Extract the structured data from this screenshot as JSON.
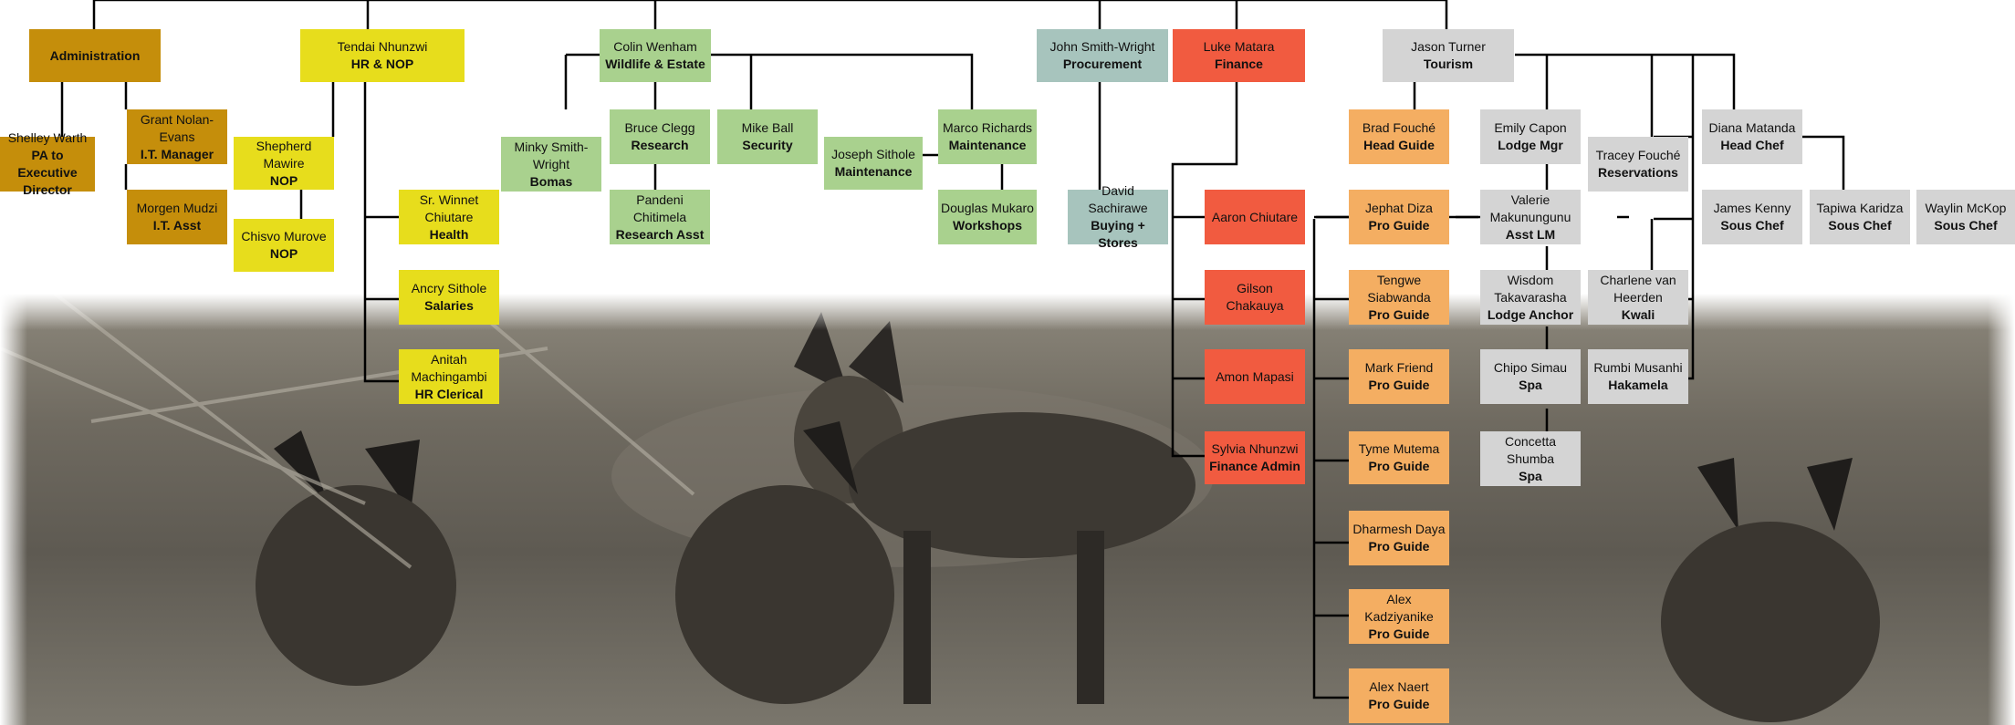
{
  "colors": {
    "administration": "#c58e0b",
    "hr": "#e7dd1c",
    "wildlife": "#a9d18e",
    "procurement": "#a7c4bd",
    "finance": "#f15b40",
    "guides": "#f4ae62",
    "tourism": "#d4d4d4",
    "lines": "#000000"
  },
  "nodes": {
    "administration": {
      "name": "",
      "role": "Administration"
    },
    "shelley": {
      "name": "Shelley Warth",
      "role": "PA to Executive Director"
    },
    "grant": {
      "name": "Grant Nolan-Evans",
      "role": "I.T. Manager"
    },
    "morgen": {
      "name": "Morgen Mudzi",
      "role": "I.T. Asst"
    },
    "tendai": {
      "name": "Tendai Nhunzwi",
      "role": "HR & NOP"
    },
    "shepherd": {
      "name": "Shepherd Mawire",
      "role": "NOP"
    },
    "chisvo": {
      "name": "Chisvo Murove",
      "role": "NOP"
    },
    "winnet": {
      "name": "Sr. Winnet Chiutare",
      "role": "Health"
    },
    "ancry": {
      "name": "Ancry Sithole",
      "role": "Salaries"
    },
    "anitah": {
      "name": "Anitah Machingambi",
      "role": "HR Clerical"
    },
    "colin": {
      "name": "Colin Wenham",
      "role": "Wildlife & Estate"
    },
    "minky": {
      "name": "Minky Smith-Wright",
      "role": "Bomas"
    },
    "bruce": {
      "name": "Bruce Clegg",
      "role": "Research"
    },
    "pandeni": {
      "name": "Pandeni Chitimela",
      "role": "Research Asst"
    },
    "mike": {
      "name": "Mike Ball",
      "role": "Security"
    },
    "joseph": {
      "name": "Joseph Sithole",
      "role": "Maintenance"
    },
    "marco": {
      "name": "Marco Richards",
      "role": "Maintenance"
    },
    "douglas": {
      "name": "Douglas Mukaro",
      "role": "Workshops"
    },
    "john": {
      "name": "John Smith-Wright",
      "role": "Procurement"
    },
    "david": {
      "name": "David Sachirawe",
      "role": "Buying + Stores"
    },
    "luke": {
      "name": "Luke Matara",
      "role": "Finance"
    },
    "aaron": {
      "name": "Aaron Chiutare",
      "role": ""
    },
    "gilson": {
      "name": "Gilson Chakauya",
      "role": ""
    },
    "amon": {
      "name": "Amon Mapasi",
      "role": ""
    },
    "sylvia": {
      "name": "Sylvia Nhunzwi",
      "role": "Finance Admin"
    },
    "jason": {
      "name": "Jason Turner",
      "role": "Tourism"
    },
    "brad": {
      "name": "Brad Fouché",
      "role": "Head Guide"
    },
    "jephat": {
      "name": "Jephat Diza",
      "role": "Pro Guide"
    },
    "tengwe": {
      "name": "Tengwe Siabwanda",
      "role": "Pro Guide"
    },
    "markf": {
      "name": "Mark Friend",
      "role": "Pro Guide"
    },
    "tyme": {
      "name": "Tyme Mutema",
      "role": "Pro Guide"
    },
    "dharmesh": {
      "name": "Dharmesh Daya",
      "role": "Pro Guide"
    },
    "alexk": {
      "name": "Alex Kadziyanike",
      "role": "Pro  Guide"
    },
    "alexn": {
      "name": "Alex Naert",
      "role": "Pro  Guide"
    },
    "emily": {
      "name": "Emily Capon",
      "role": "Lodge Mgr"
    },
    "valerie": {
      "name": "Valerie Makunungunu",
      "role": "Asst LM"
    },
    "wisdom": {
      "name": "Wisdom Takavarasha",
      "role": "Lodge Anchor"
    },
    "chipo": {
      "name": "Chipo Simau",
      "role": "Spa"
    },
    "concetta": {
      "name": "Concetta Shumba",
      "role": "Spa"
    },
    "tracey": {
      "name": "Tracey Fouché",
      "role": "Reservations"
    },
    "charlene": {
      "name": "Charlene van Heerden",
      "role": "Kwali"
    },
    "rumbi": {
      "name": "Rumbi Musanhi",
      "role": "Hakamela"
    },
    "diana": {
      "name": "Diana Matanda",
      "role": "Head Chef"
    },
    "james": {
      "name": "James Kenny",
      "role": "Sous Chef"
    },
    "tapiwa": {
      "name": "Tapiwa Karidza",
      "role": "Sous Chef"
    },
    "waylin": {
      "name": "Waylin McKop",
      "role": "Sous Chef"
    }
  }
}
